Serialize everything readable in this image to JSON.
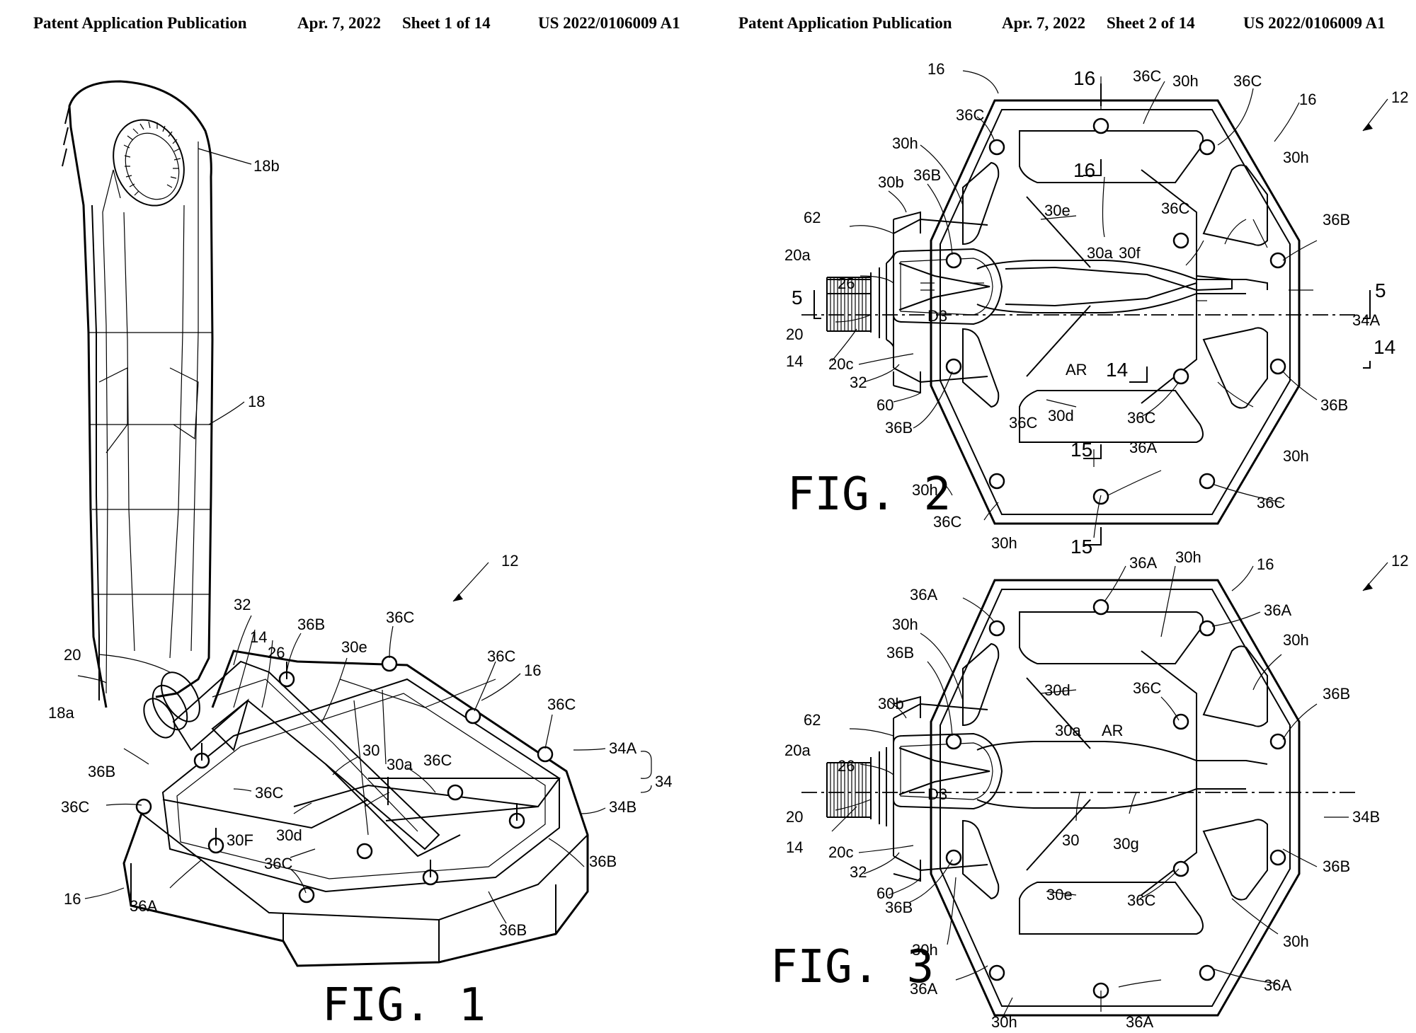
{
  "sheet1": {
    "header": {
      "publication": "Patent Application Publication",
      "date": "Apr. 7, 2022",
      "sheet": "Sheet 1 of 14",
      "number": "US 2022/0106009 A1"
    },
    "figure_caption": "FIG. 1",
    "labels": [
      "18b",
      "18",
      "18a",
      "20",
      "32",
      "14",
      "26",
      "36B",
      "30e",
      "36C",
      "36C",
      "16",
      "36C",
      "12",
      "34A",
      "34",
      "34B",
      "36C",
      "30",
      "30a",
      "36C",
      "36B",
      "36C",
      "30F",
      "30d",
      "36C",
      "36A",
      "16",
      "36B",
      "36B"
    ]
  },
  "sheet2": {
    "header": {
      "publication": "Patent Application Publication",
      "date": "Apr. 7, 2022",
      "sheet": "Sheet 2 of 14",
      "number": "US 2022/0106009 A1"
    },
    "fig2": {
      "caption": "FIG. 2",
      "labels": [
        "16",
        "16",
        "36C",
        "30h",
        "36C",
        "16",
        "12",
        "36C",
        "16",
        "30h",
        "30h",
        "30b",
        "36B",
        "30e",
        "36C",
        "36B",
        "62",
        "20a",
        "26",
        "30a",
        "30f",
        "5",
        "5",
        "20",
        "D3",
        "34A",
        "14",
        "14",
        "20c",
        "AR",
        "14",
        "32",
        "60",
        "36C",
        "36B",
        "36B",
        "30d",
        "36C",
        "30h",
        "15",
        "36A",
        "30h",
        "36C",
        "36C",
        "30h",
        "15"
      ]
    },
    "fig3": {
      "caption": "FIG. 3",
      "labels": [
        "36A",
        "30h",
        "16",
        "12",
        "36A",
        "36A",
        "30h",
        "30h",
        "36B",
        "30d",
        "36C",
        "36B",
        "62",
        "30b",
        "30a",
        "AR",
        "20a",
        "26",
        "D3",
        "20",
        "34B",
        "14",
        "20c",
        "30",
        "30g",
        "32",
        "36B",
        "60",
        "36B",
        "30e",
        "36C",
        "30h",
        "30h",
        "36A",
        "36A",
        "30h",
        "36A"
      ]
    }
  }
}
